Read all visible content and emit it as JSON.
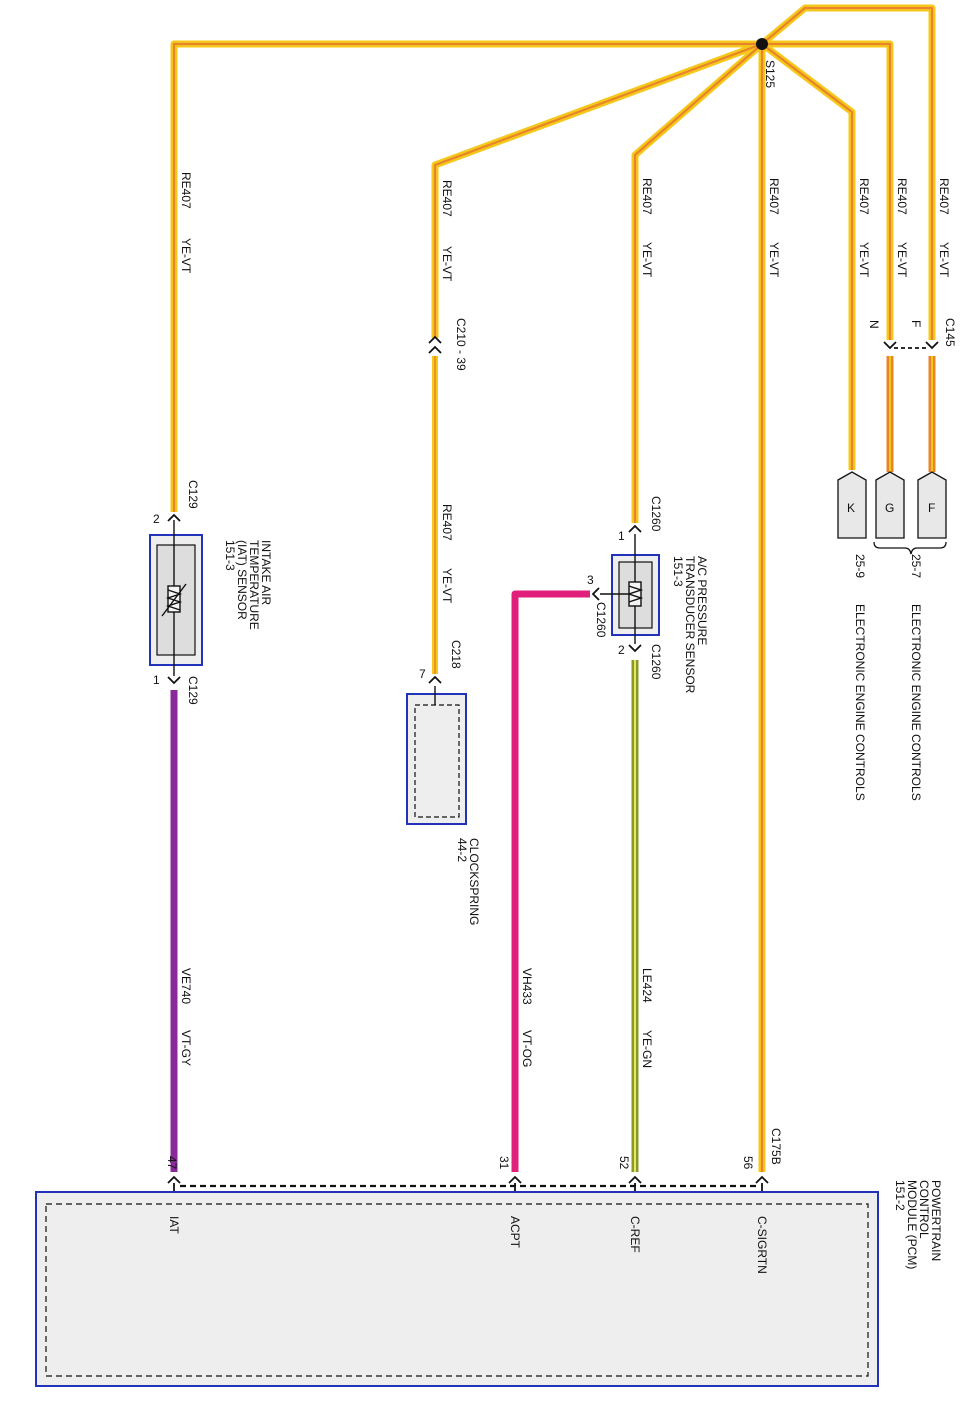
{
  "splice": {
    "label": "S125"
  },
  "wires": [
    {
      "id": "w-iat-top",
      "circuit": "RE407",
      "color": "YE-VT"
    },
    {
      "id": "w-clock-top",
      "circuit": "RE407",
      "color": "YE-VT"
    },
    {
      "id": "w-clock-bot",
      "circuit": "RE407",
      "color": "YE-VT"
    },
    {
      "id": "w-ac-top",
      "circuit": "RE407",
      "color": "YE-VT"
    },
    {
      "id": "w-pcm56",
      "circuit": "RE407",
      "color": "YE-VT"
    },
    {
      "id": "w-k",
      "circuit": "RE407",
      "color": "YE-VT"
    },
    {
      "id": "w-g",
      "circuit": "RE407",
      "color": "YE-VT"
    },
    {
      "id": "w-f",
      "circuit": "RE407",
      "color": "YE-VT"
    },
    {
      "id": "w-iat-sig",
      "circuit": "VE740",
      "color": "VT-GY"
    },
    {
      "id": "w-acpt-sig",
      "circuit": "VH433",
      "color": "VT-OG"
    },
    {
      "id": "w-cref",
      "circuit": "LE424",
      "color": "YE-GN"
    }
  ],
  "wire_colors": {
    "yellow": "#f5c81a",
    "orange": "#e8842a",
    "violet": "#8a2a9a",
    "pink": "#e0207a",
    "green": "#8a9a2a",
    "box_border": "#2233bb",
    "box_fill": "#eeeeee"
  },
  "connectors": {
    "c129_top": {
      "name": "C129",
      "pin": "2"
    },
    "c129_bot": {
      "name": "C129",
      "pin": "1"
    },
    "c210": {
      "name": "C210 - 39"
    },
    "c218": {
      "name": "C218",
      "pin": "7"
    },
    "c1260_top": {
      "name": "C1260",
      "pin": "1"
    },
    "c1260_side": {
      "name": "C1260",
      "pin": "3"
    },
    "c1260_bot": {
      "name": "C1260",
      "pin": "2"
    },
    "c145": {
      "name": "C145",
      "pin_n": "N",
      "pin_f": "F"
    },
    "c175b": {
      "name": "C175B"
    }
  },
  "components": {
    "iat": {
      "lines": [
        "INTAKE AIR",
        "TEMPERATURE",
        "(IAT) SENSOR",
        "151-3"
      ]
    },
    "ac": {
      "lines": [
        "A/C PRESSURE",
        "TRANSDUCER SENSOR",
        "151-3"
      ]
    },
    "clock": {
      "lines": [
        "CLOCKSPRING",
        "44-2"
      ]
    },
    "pcm": {
      "lines": [
        "POWERTRAIN",
        "CONTROL",
        "MODULE (PCM)",
        "151-2"
      ]
    }
  },
  "references": {
    "k": {
      "letter": "K",
      "page": "25-9",
      "text": "ELECTRONIC ENGINE CONTROLS"
    },
    "g": {
      "letter": "G"
    },
    "f": {
      "letter": "F",
      "page": "25-7",
      "text": "ELECTRONIC ENGINE CONTROLS"
    }
  },
  "pcm_pins": [
    {
      "pin": "47",
      "label": "IAT"
    },
    {
      "pin": "31",
      "label": "ACPT"
    },
    {
      "pin": "52",
      "label": "C-REF"
    },
    {
      "pin": "56",
      "label": "C-SIGRTN"
    }
  ]
}
